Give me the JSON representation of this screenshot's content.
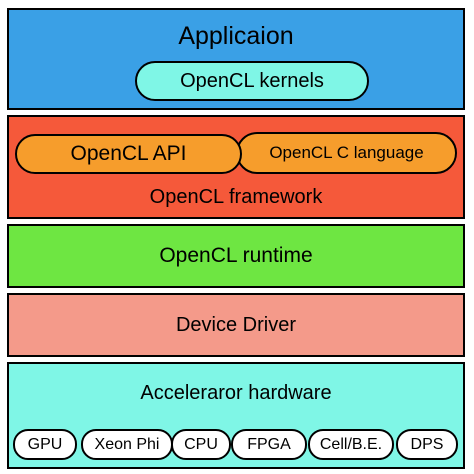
{
  "colors": {
    "application": "#3aa0e6",
    "kernels_pill": "#7ff6e6",
    "framework": "#f5593a",
    "framework_pills": "#f69d2c",
    "runtime": "#6ee642",
    "driver": "#f49a8a",
    "hardware": "#7ff6e6",
    "hardware_pills": "#ffffff"
  },
  "application": {
    "title": "Applicaion",
    "kernels": "OpenCL kernels"
  },
  "framework": {
    "title": "OpenCL framework",
    "api": "OpenCL API",
    "c_language": "OpenCL C language"
  },
  "runtime": {
    "title": "OpenCL runtime"
  },
  "driver": {
    "title": "Device Driver"
  },
  "hardware": {
    "title": "Acceleraror hardware",
    "devices": [
      "GPU",
      "Xeon Phi",
      "CPU",
      "FPGA",
      "Cell/B.E.",
      "DPS"
    ]
  }
}
